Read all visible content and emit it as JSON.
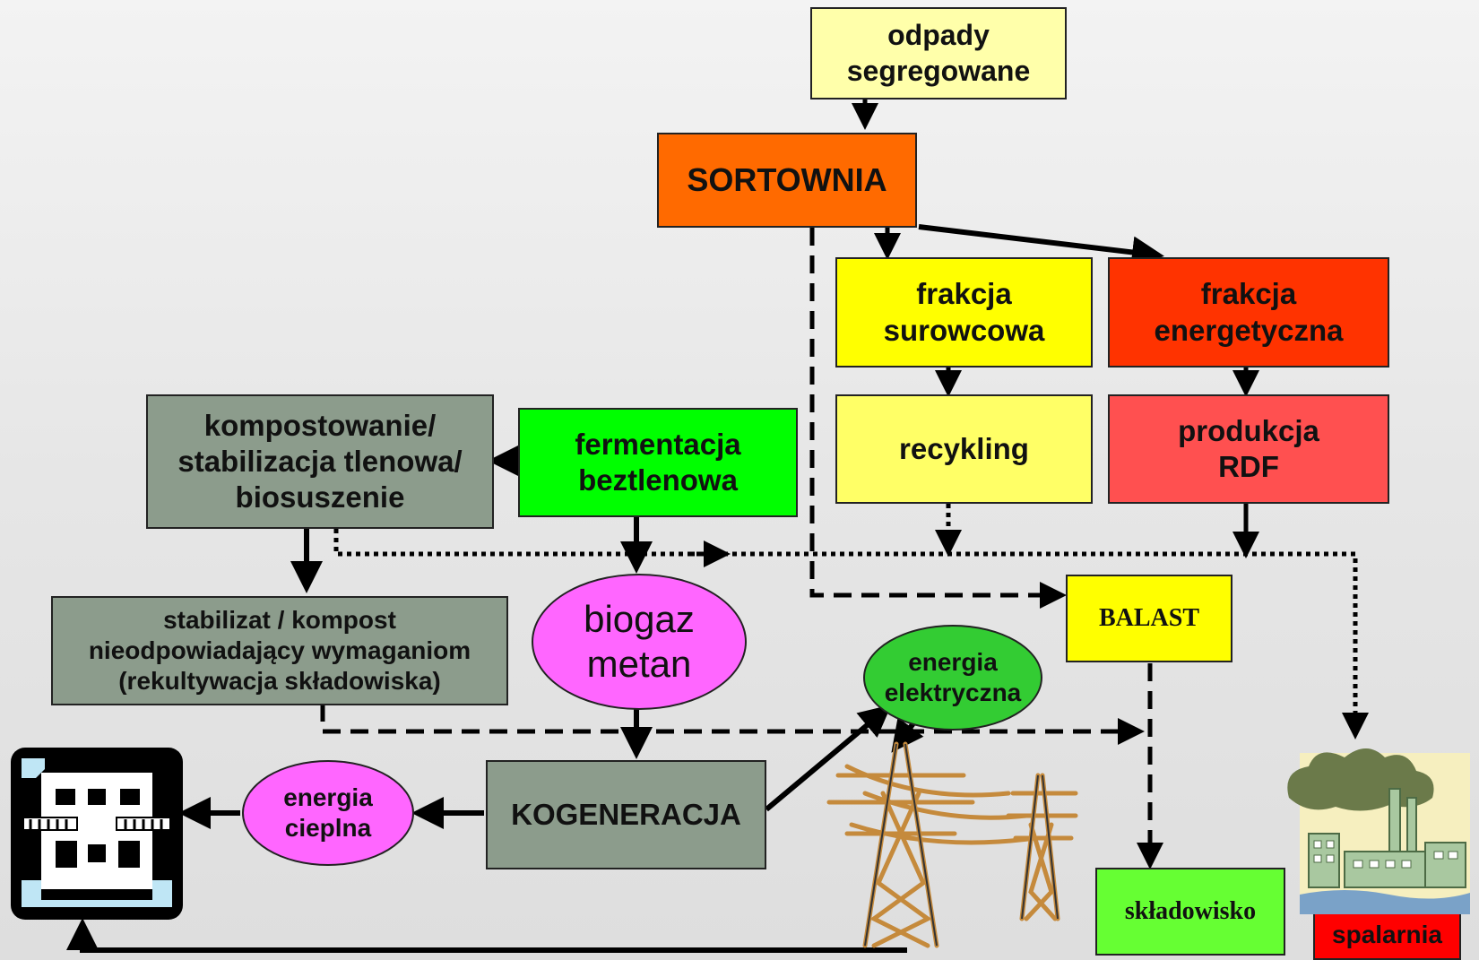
{
  "nodes": {
    "odpady": "odpady\nsegregowane",
    "sortownia": "SORTOWNIA",
    "frakcja_surowcowa": "frakcja\nsurowcowa",
    "frakcja_energetyczna": "frakcja\nenergetyczna",
    "recykling": "recykling",
    "produkcja_rdf": "produkcja\nRDF",
    "kompostowanie": "kompostowanie/\nstabilizacja tlenowa/\nbiosuszenie",
    "fermentacja": "fermentacja\nbeztlenowa",
    "stabilizat": "stabilizat / kompost\nnieodpowiadający wymaganiom\n(rekultywacja składowiska)",
    "biogaz": "biogaz\nmetan",
    "energia_elektryczna": "energia\nelektryczna",
    "balast": "BALAST",
    "kogeneracja": "KOGENERACJA",
    "energia_cieplna": "energia\ncieplna",
    "skladowisko": "składowisko",
    "spalarnia": "spalarnia"
  },
  "colors": {
    "light_yellow": "#ffffaa",
    "orange": "#ff6a00",
    "yellow": "#ffff00",
    "red_orange": "#ff3300",
    "pale_yellow": "#ffff66",
    "salmon": "#ff5050",
    "gray_green": "#8c9c8c",
    "bright_green": "#00ff00",
    "pink": "#ff66ff",
    "light_green": "#66ff33",
    "green_oval": "#33cc33",
    "red": "#ff0000"
  },
  "icons": {
    "building": "house-building-icon",
    "power_lines": "power-pylons-icon",
    "incinerator": "factory-smokestack-icon"
  }
}
